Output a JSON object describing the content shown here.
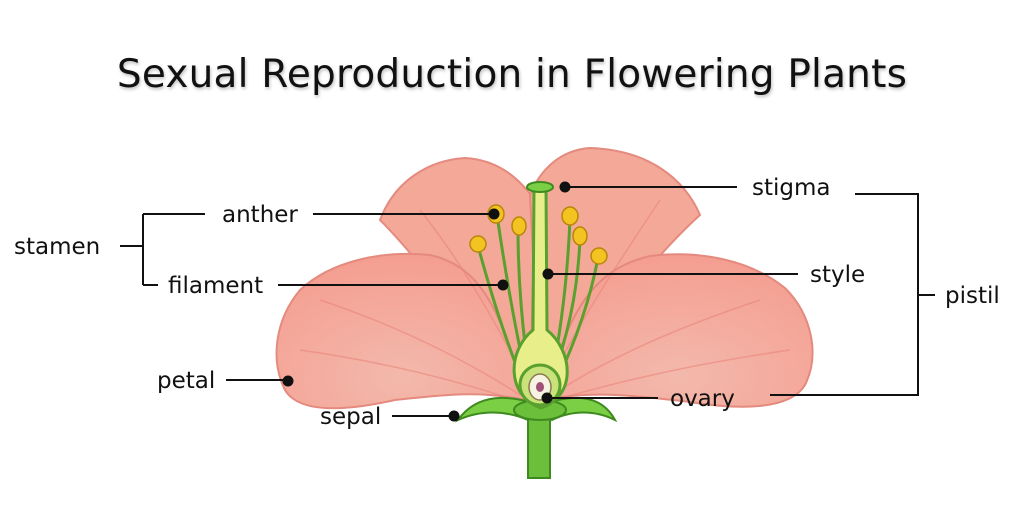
{
  "title": "Sexual Reproduction in Flowering Plants",
  "labels": {
    "stamen": "stamen",
    "anther": "anther",
    "filament": "filament",
    "petal": "petal",
    "sepal": "sepal",
    "stigma": "stigma",
    "style": "style",
    "pistil": "pistil",
    "ovary": "ovary"
  },
  "colors": {
    "petal": "#f6a99b",
    "petal_edge": "#e9857a",
    "stem": "#6cbf3a",
    "style": "#e8ef8a",
    "anther": "#f2c321",
    "line": "#111111"
  }
}
